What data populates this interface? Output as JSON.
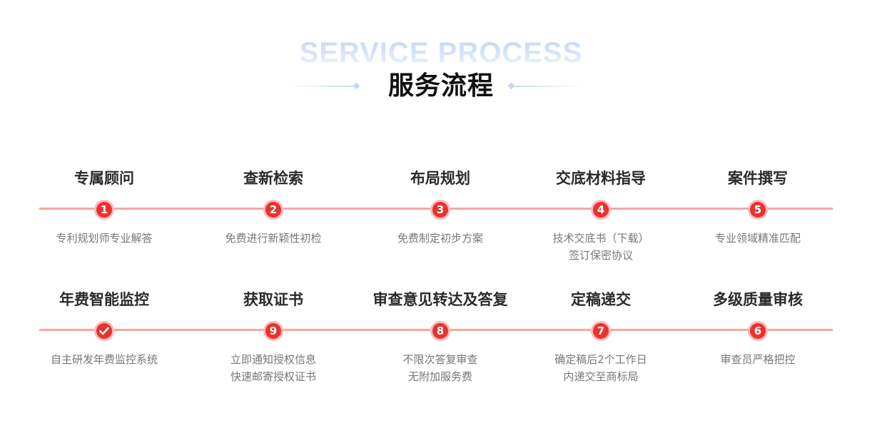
{
  "header": {
    "background_title": "SERVICE PROCESS",
    "title": "服务流程"
  },
  "colors": {
    "accent": "#e8322f",
    "badge_halo": "#f9b9b9",
    "timeline": "#f7a7a7",
    "decor_blue": "#c8daf8",
    "title_text": "#2a2a2a",
    "desc_text": "#777777"
  },
  "rows": [
    {
      "steps": [
        {
          "badge": "1",
          "title": "专属顾问",
          "desc": [
            "专利规划师专业解答"
          ]
        },
        {
          "badge": "2",
          "title": "查新检索",
          "desc": [
            "免费进行新颖性初检"
          ]
        },
        {
          "badge": "3",
          "title": "布局规划",
          "desc": [
            "免费制定初步方案"
          ]
        },
        {
          "badge": "4",
          "title": "交底材料指导",
          "desc": [
            "技术交底书（下载）",
            "签订保密协议"
          ]
        },
        {
          "badge": "5",
          "title": "案件撰写",
          "desc": [
            "专业领域精准匹配"
          ]
        }
      ]
    },
    {
      "steps": [
        {
          "badge_icon": "check-icon",
          "title": "年费智能监控",
          "desc": [
            "自主研发年费监控系统"
          ]
        },
        {
          "badge": "9",
          "title": "获取证书",
          "desc": [
            "立即通知授权信息",
            "快速邮寄授权证书"
          ]
        },
        {
          "badge": "8",
          "title": "审查意见转达及答复",
          "desc": [
            "不限次答复审查",
            "无附加服务费"
          ]
        },
        {
          "badge": "7",
          "title": "定稿递交",
          "desc": [
            "确定稿后2个工作日",
            "内递交至商标局"
          ]
        },
        {
          "badge": "6",
          "title": "多级质量审核",
          "desc": [
            "审查员严格把控"
          ]
        }
      ]
    }
  ]
}
